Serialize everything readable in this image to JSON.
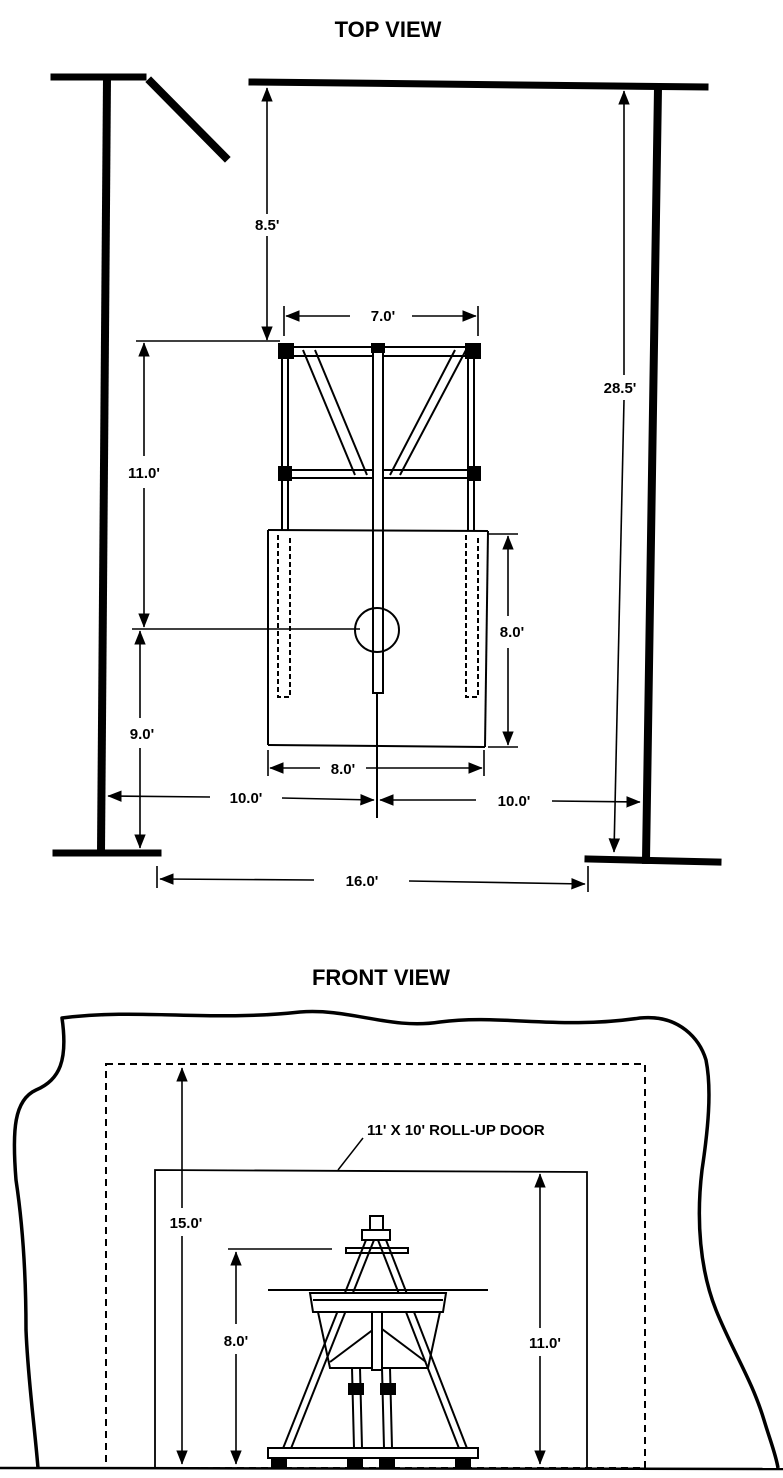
{
  "top_view": {
    "title": "TOP VIEW",
    "dims": {
      "front_clearance": "8.5'",
      "frame_width": "7.0'",
      "room_depth": "28.5'",
      "frame_depth": "11.0'",
      "table_depth": "8.0'",
      "rear_clearance": "9.0'",
      "table_width": "8.0'",
      "left_clearance": "10.0'",
      "right_clearance": "10.0'",
      "door_opening": "16.0'"
    }
  },
  "front_view": {
    "title": "FRONT VIEW",
    "door_label": "11' X 10' ROLL-UP DOOR",
    "dims": {
      "opening_height": "15.0'",
      "door_height": "11.0'",
      "table_height": "8.0'"
    }
  }
}
